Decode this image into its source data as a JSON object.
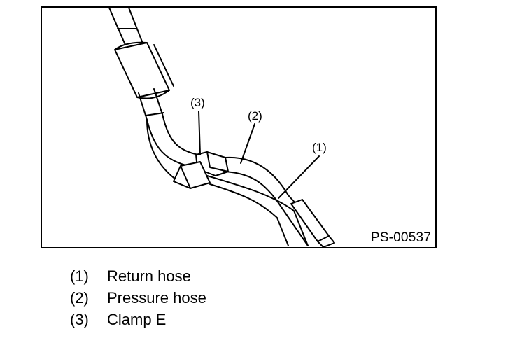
{
  "figure": {
    "code": "PS-00537",
    "callouts": [
      "(1)",
      "(2)",
      "(3)"
    ]
  },
  "legend": [
    {
      "num": "(1)",
      "text": "Return hose"
    },
    {
      "num": "(2)",
      "text": "Pressure hose"
    },
    {
      "num": "(3)",
      "text": "Clamp E"
    }
  ]
}
